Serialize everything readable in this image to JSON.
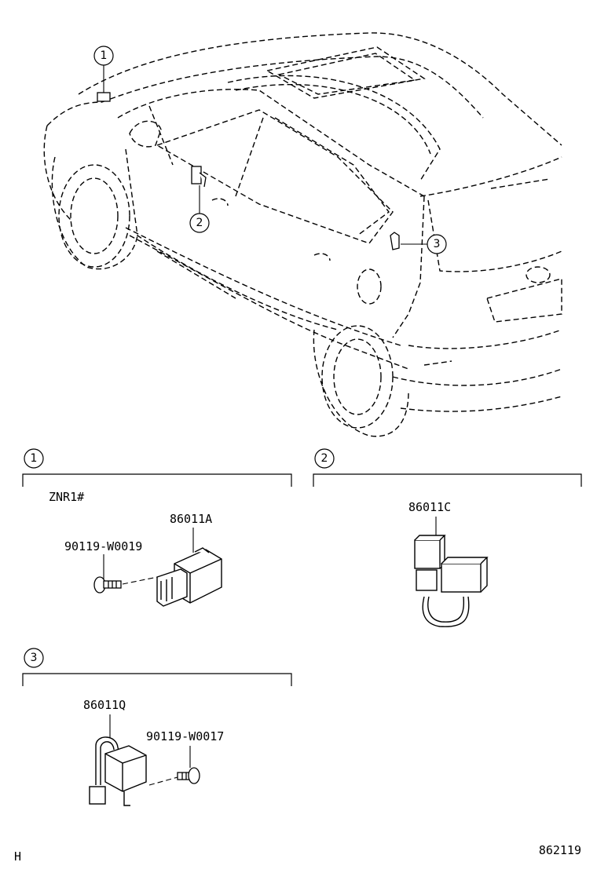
{
  "callouts": [
    "1",
    "2",
    "3"
  ],
  "sections": [
    {
      "number": "1",
      "variant": "ZNR1#",
      "part": "86011A",
      "bolt": "90119-W0019"
    },
    {
      "number": "2",
      "part": "86011C"
    },
    {
      "number": "3",
      "part": "86011Q",
      "bolt": "90119-W0017"
    }
  ],
  "footer": {
    "left": "H",
    "right": "862119"
  }
}
